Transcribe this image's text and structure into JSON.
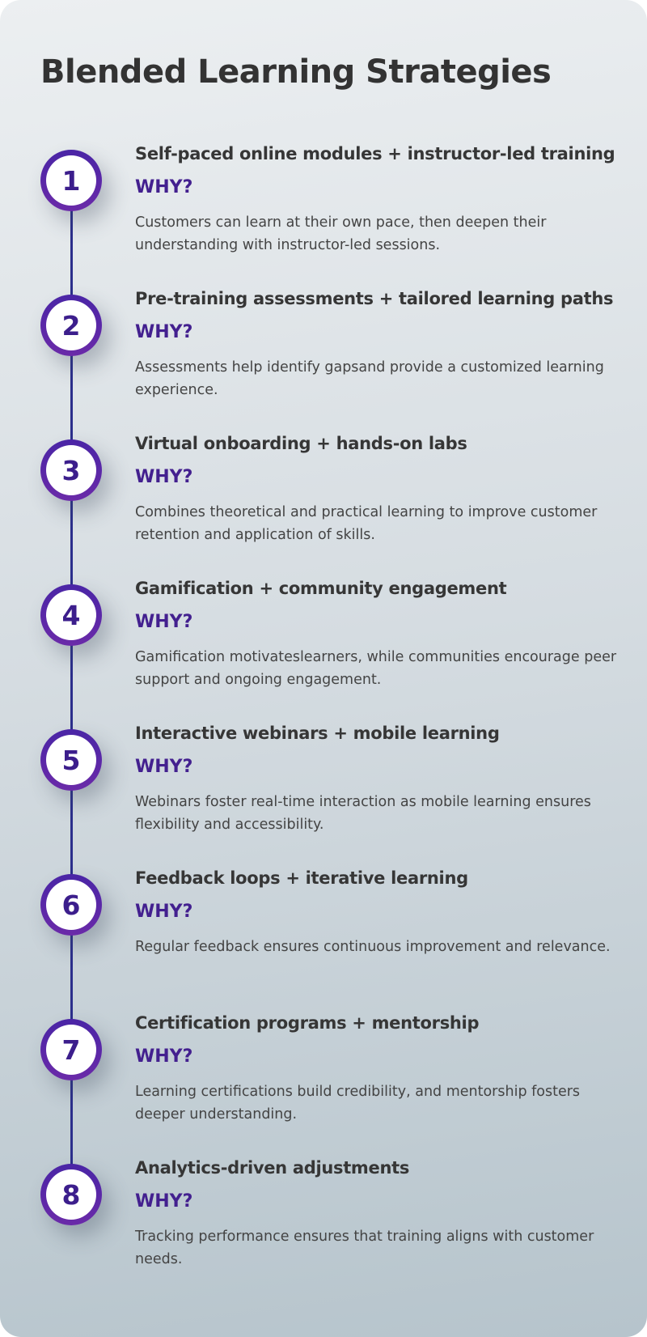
{
  "title": "Blended Learning Strategies",
  "why_label": "WHY?",
  "steps": [
    {
      "number": "1",
      "title": "Self-paced online modules + instructor-led training",
      "description": "Customers can learn at their own pace, then deepen their understanding with instructor-led sessions."
    },
    {
      "number": "2",
      "title": "Pre-training assessments + tailored learning paths",
      "description": "Assessments help identify gapsand provide a customized learning experience."
    },
    {
      "number": "3",
      "title": "Virtual onboarding + hands-on labs",
      "description": "Combines theoretical and practical learning to improve customer retention and application of skills."
    },
    {
      "number": "4",
      "title": "Gamification + community engagement",
      "description": "Gamification motivateslearners, while communities encourage peer support and ongoing engagement."
    },
    {
      "number": "5",
      "title": "Interactive webinars + mobile learning",
      "description": "Webinars foster real-time interaction as mobile learning ensures flexibility and accessibility."
    },
    {
      "number": "6",
      "title": "Feedback loops + iterative learning",
      "description": "Regular feedback ensures continuous improvement and relevance."
    },
    {
      "number": "7",
      "title": "Certification programs + mentorship",
      "description": "Learning certifications build credibility, and mentorship fosters deeper understanding."
    },
    {
      "number": "8",
      "title": "Analytics-driven adjustments",
      "description": "Tracking performance ensures that training aligns with customer needs."
    }
  ],
  "colors": {
    "accent": "#43208f",
    "circle_ring": "#5a27a8",
    "timeline": "#2c2f8c",
    "text": "#363636"
  }
}
